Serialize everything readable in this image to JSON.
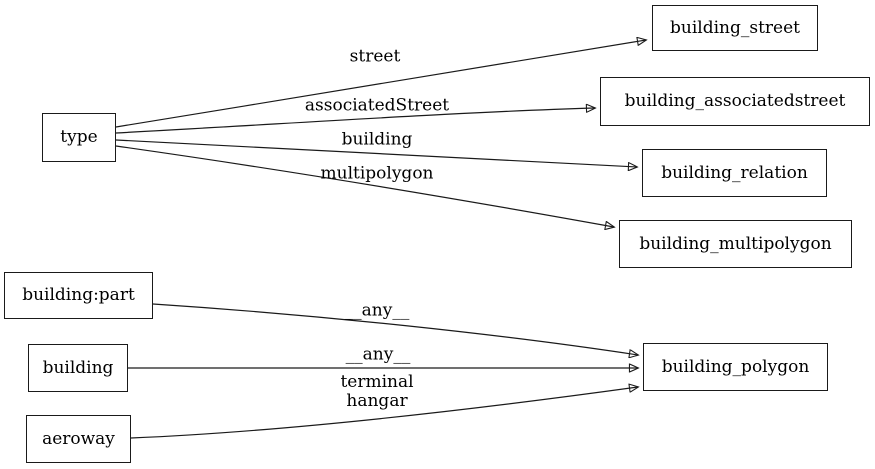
{
  "diagram_type": "directed-graph",
  "colors": {
    "background": "#ffffff",
    "node_fill": "#ffffff",
    "node_border": "#000000",
    "edge": "#000000",
    "text": "#000000"
  },
  "nodes": {
    "type": "type",
    "building_street": "building_street",
    "building_associatedstreet": "building_associatedstreet",
    "building_relation": "building_relation",
    "building_multipolygon": "building_multipolygon",
    "building_part": "building:part",
    "building": "building",
    "aeroway": "aeroway",
    "building_polygon": "building_polygon"
  },
  "edges": [
    {
      "from": "type",
      "to": "building_street",
      "label": "street"
    },
    {
      "from": "type",
      "to": "building_associatedstreet",
      "label": "associatedStreet"
    },
    {
      "from": "type",
      "to": "building_relation",
      "label": "building"
    },
    {
      "from": "type",
      "to": "building_multipolygon",
      "label": "multipolygon"
    },
    {
      "from": "building:part",
      "to": "building_polygon",
      "label": "__any__"
    },
    {
      "from": "building",
      "to": "building_polygon",
      "label": "__any__"
    },
    {
      "from": "aeroway",
      "to": "building_polygon",
      "label_lines": [
        "terminal",
        "hangar"
      ]
    }
  ]
}
